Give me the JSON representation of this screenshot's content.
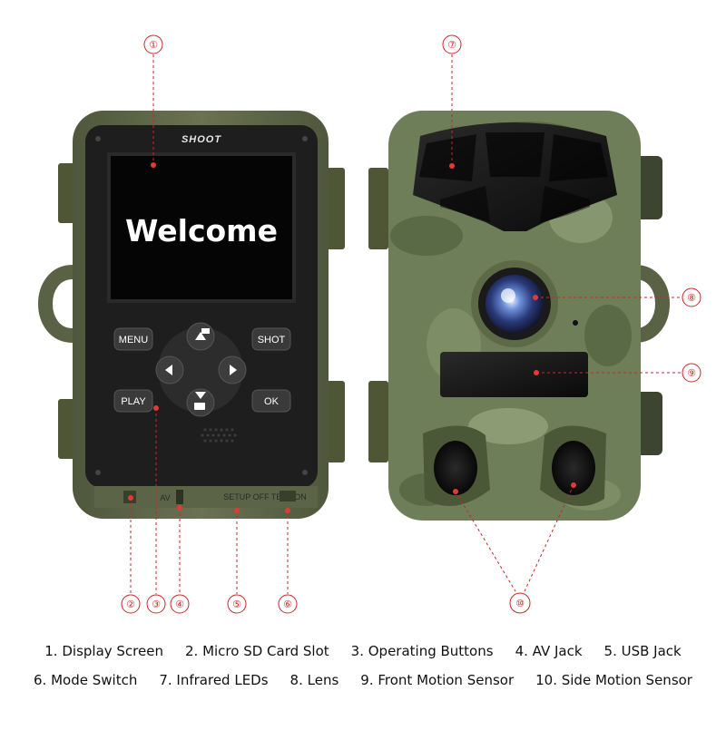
{
  "camera_back": {
    "brand": "SHOOT",
    "screen_text": "Welcome",
    "buttons": {
      "menu": "MENU",
      "shot": "SHOT",
      "play": "PLAY",
      "ok": "OK"
    },
    "port_labels": {
      "av": "AV",
      "mode": "SETUP OFF TEST ON"
    }
  },
  "callouts": {
    "n1": "①",
    "n2": "②",
    "n3": "③",
    "n4": "④",
    "n5": "⑤",
    "n6": "⑥",
    "n7": "⑦",
    "n8": "⑧",
    "n9": "⑨",
    "n10": "⑩"
  },
  "legend": {
    "row1": [
      "1. Display Screen",
      "2. Micro SD Card Slot",
      "3. Operating Buttons",
      "4. AV Jack",
      "5. USB Jack"
    ],
    "row2": [
      "6. Mode Switch",
      "7. Infrared LEDs",
      "8. Lens",
      "9. Front Motion Sensor",
      "10. Side Motion Sensor"
    ]
  },
  "colors": {
    "callout_red": "#c62828",
    "shell_olive": "#5a6246",
    "panel_black": "#1e1e1e",
    "camo_light": "#8a9a72",
    "camo_dark": "#4a5838"
  }
}
